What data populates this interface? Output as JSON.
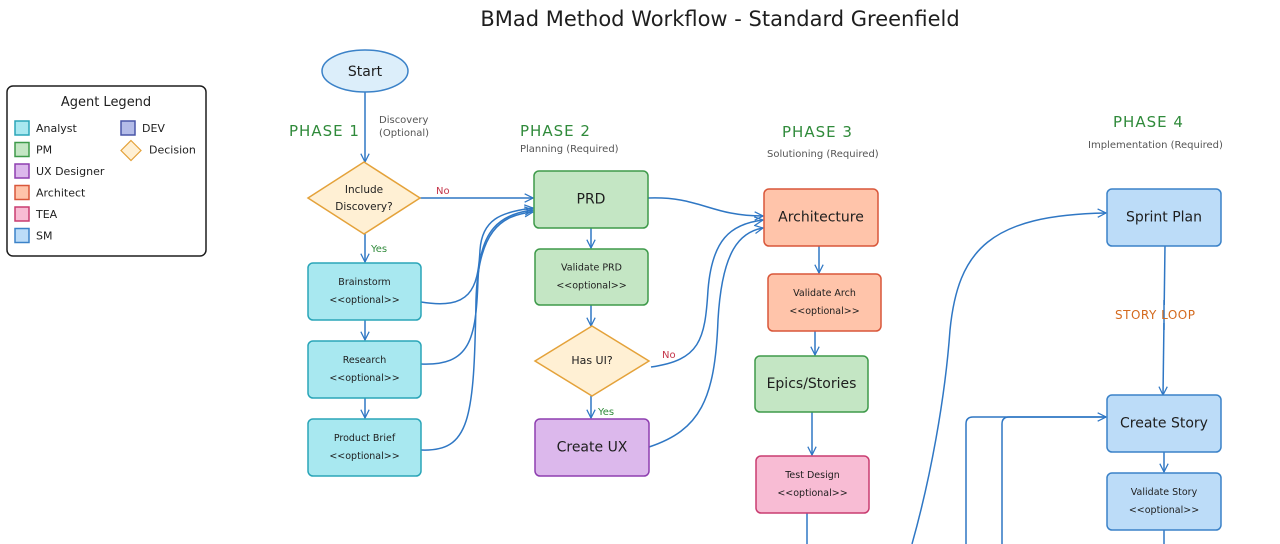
{
  "title": "BMad Method Workflow - Standard Greenfield",
  "colors": {
    "analyst": {
      "fill": "#a8e8f0",
      "stroke": "#2aa5b8"
    },
    "pm": {
      "fill": "#c4e6c4",
      "stroke": "#3e9a4a"
    },
    "ux": {
      "fill": "#dcb8ec",
      "stroke": "#8e3fb0"
    },
    "architect": {
      "fill": "#ffc4aa",
      "stroke": "#d9573a"
    },
    "tea": {
      "fill": "#f8bcd4",
      "stroke": "#c93d70"
    },
    "sm": {
      "fill": "#bcdcf8",
      "stroke": "#3b82c8"
    },
    "dev": {
      "fill": "#b4bce8",
      "stroke": "#4a56a8"
    },
    "decision": {
      "fill": "#fff0d4",
      "stroke": "#e4a23a"
    },
    "start": {
      "fill": "#dceefa",
      "stroke": "#3b82c8"
    },
    "edge": "#2f77c4",
    "phase": "#2f8a3a",
    "yes": "#2f8a3a",
    "no": "#c4354a",
    "loop": "#d46a1e"
  },
  "legend": {
    "title": "Agent Legend",
    "items": [
      {
        "label": "Analyst",
        "role": "analyst"
      },
      {
        "label": "PM",
        "role": "pm"
      },
      {
        "label": "UX Designer",
        "role": "ux"
      },
      {
        "label": "Architect",
        "role": "architect"
      },
      {
        "label": "TEA",
        "role": "tea"
      },
      {
        "label": "SM",
        "role": "sm"
      },
      {
        "label": "DEV",
        "role": "dev"
      },
      {
        "label": "Decision",
        "role": "decision"
      }
    ]
  },
  "phases": [
    {
      "label": "PHASE 1",
      "subtitle": "Discovery\n(Optional)"
    },
    {
      "label": "PHASE 2",
      "subtitle": "Planning (Required)"
    },
    {
      "label": "PHASE 3",
      "subtitle": "Solutioning (Required)"
    },
    {
      "label": "PHASE 4",
      "subtitle": "Implementation (Required)"
    }
  ],
  "nodes": {
    "start": "Start",
    "include_discovery": [
      "Include",
      "Discovery?"
    ],
    "brainstorm": [
      "Brainstorm",
      "<<optional>>"
    ],
    "research": [
      "Research",
      "<<optional>>"
    ],
    "product_brief": [
      "Product Brief",
      "<<optional>>"
    ],
    "prd": "PRD",
    "validate_prd": [
      "Validate PRD",
      "<<optional>>"
    ],
    "has_ui": "Has UI?",
    "create_ux": "Create UX",
    "architecture": "Architecture",
    "validate_arch": [
      "Validate Arch",
      "<<optional>>"
    ],
    "epics_stories": "Epics/Stories",
    "test_design": [
      "Test Design",
      "<<optional>>"
    ],
    "sprint_plan": "Sprint Plan",
    "create_story": "Create Story",
    "validate_story": [
      "Validate Story",
      "<<optional>>"
    ]
  },
  "edge_labels": {
    "no1": "No",
    "yes1": "Yes",
    "no2": "No",
    "yes2": "Yes",
    "story_loop": "STORY LOOP"
  }
}
